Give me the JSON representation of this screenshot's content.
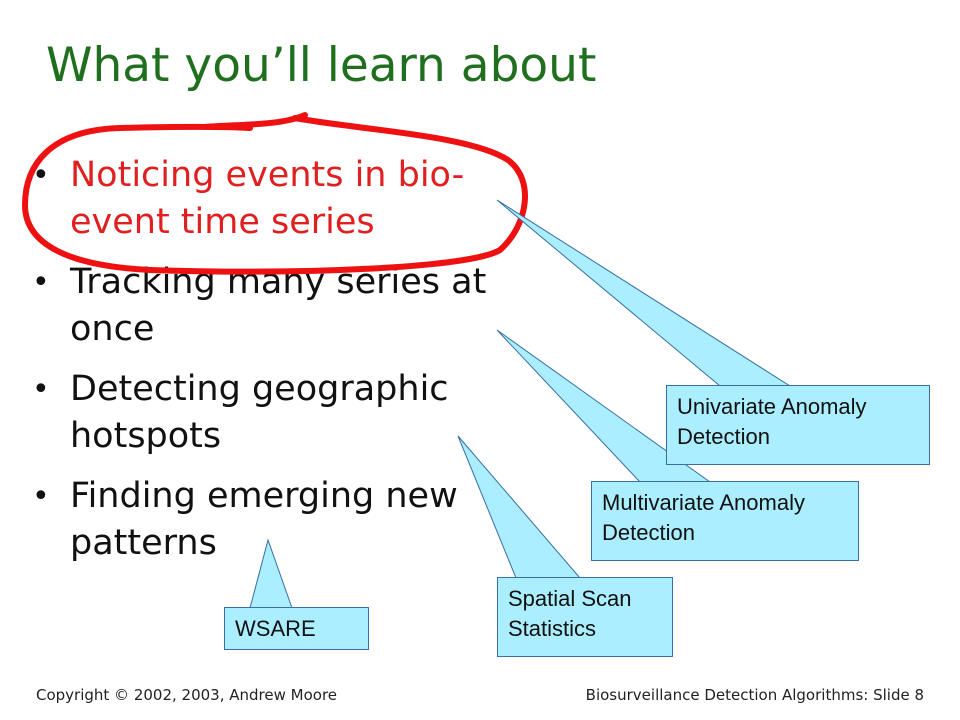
{
  "slide": {
    "title": "What you’ll learn about",
    "bullets": [
      {
        "text": "Noticing events in bio-event time series",
        "highlighted": true
      },
      {
        "text": "Tracking many series at once",
        "highlighted": false
      },
      {
        "text": "Detecting geographic hotspots",
        "highlighted": false
      },
      {
        "text": "Finding emerging new patterns",
        "highlighted": false
      }
    ],
    "bullet_glyph": "•",
    "callouts": {
      "univariate": "Univariate Anomaly Detection",
      "multivariate": "Multivariate Anomaly Detection",
      "spatial": "Spatial Scan Statistics",
      "wsare": "WSARE"
    },
    "footer": {
      "copyright": "Copyright © 2002, 2003, Andrew Moore",
      "slide_label": "Biosurveillance Detection Algorithms: Slide 8"
    }
  },
  "colors": {
    "title": "#1f6f1f",
    "highlight_text": "#e02020",
    "annotation_ink": "#ee1111",
    "callout_fill": "#aaeeff",
    "callout_border": "#3a6ea5"
  }
}
